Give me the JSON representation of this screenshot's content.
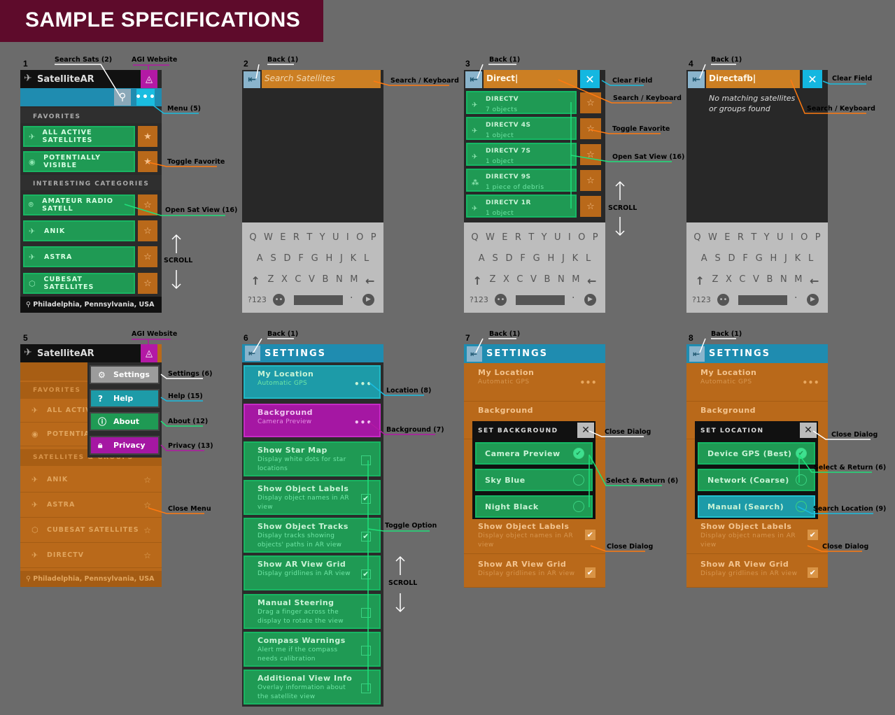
{
  "header": {
    "title": "SAMPLE SPECIFICATIONS"
  },
  "panels": [
    "1",
    "2",
    "3",
    "4",
    "5",
    "6",
    "7",
    "8"
  ],
  "app": {
    "name": "SatelliteAR",
    "search_icon": "magnifier-icon",
    "menu_dots": "•••",
    "location": "Philadelphia, Pennsylvania, USA",
    "favorites": "FAVORITES",
    "interesting": "INTERESTING CATEGORIES",
    "sats_groups": "SATELLITES & GROUPS",
    "fav_items": [
      "ALL ACTIVE SATELLITES",
      "POTENTIALLY VISIBLE"
    ],
    "cat_items": [
      "AMATEUR RADIO SATELL",
      "ANIK",
      "ASTRA",
      "CUBESAT SATELLITES"
    ],
    "menu_list": [
      "ALL ACTIVE",
      "POTENTIALL",
      "ANIK",
      "ASTRA",
      "CUBESAT SATELLITES",
      "DIRECTV"
    ]
  },
  "search": {
    "placeholder": "Search Satellites",
    "value_direct": "Direct|",
    "value_directfb": "Directafb|",
    "no_match": "No matching satellites",
    "no_match2": "or groups found"
  },
  "keyboard": {
    "row1": [
      "Q",
      "W",
      "E",
      "R",
      "T",
      "Y",
      "U",
      "I",
      "O",
      "P"
    ],
    "row2": [
      "A",
      "S",
      "D",
      "F",
      "G",
      "H",
      "J",
      "K",
      "L"
    ],
    "row3": [
      "↑",
      "Z",
      "X",
      "C",
      "V",
      "B",
      "N",
      "M",
      "←"
    ],
    "sym": "?123",
    "dot": "·"
  },
  "results": [
    {
      "name": "DIRECTV",
      "sub": "7 objects"
    },
    {
      "name": "DIRECTV 4S",
      "sub": "1 object"
    },
    {
      "name": "DIRECTV 7S",
      "sub": "1 object"
    },
    {
      "name": "DIRECTV 9S",
      "sub": "1 piece of debris"
    },
    {
      "name": "DIRECTV 1R",
      "sub": "1 object"
    }
  ],
  "popup": [
    {
      "label": "Settings",
      "icon": "gear-icon"
    },
    {
      "label": "Help",
      "icon": "question-icon"
    },
    {
      "label": "About",
      "icon": "info-icon"
    },
    {
      "label": "Privacy",
      "icon": "lock-icon"
    }
  ],
  "settings": {
    "title": "SETTINGS",
    "dots": "•••",
    "items": [
      {
        "t": "My Location",
        "s": "Automatic GPS"
      },
      {
        "t": "Background",
        "s": "Camera Preview"
      },
      {
        "t": "Show Star Map",
        "s": "Display white dots for star locations"
      },
      {
        "t": "Show Object Labels",
        "s": "Display object names in AR view"
      },
      {
        "t": "Show Object Tracks",
        "s": "Display tracks showing objects' paths in AR view"
      },
      {
        "t": "Show AR View Grid",
        "s": "Display gridlines in AR view"
      },
      {
        "t": "Manual Steering",
        "s": "Drag a finger across the display to rotate the view"
      },
      {
        "t": "Compass Warnings",
        "s": "Alert me if the compass needs calibration"
      },
      {
        "t": "Additional View Info",
        "s": "Overlay information about the satellite view"
      }
    ]
  },
  "dialog_bg": {
    "title": "SET BACKGROUND",
    "opts": [
      "Camera Preview",
      "Sky Blue",
      "Night Black"
    ]
  },
  "dialog_loc": {
    "title": "SET LOCATION",
    "opts": [
      "Device GPS (Best)",
      "Network (Coarse)",
      "Manual (Search)"
    ]
  },
  "ann": {
    "search_sats": "Search Sats (2)",
    "agi": "AGI Website",
    "menu": "Menu (5)",
    "toggle_fav": "Toggle Favorite",
    "open_sat": "Open Sat View (16)",
    "scroll": "SCROLL",
    "back": "Back (1)",
    "search_kb": "Search / Keyboard",
    "clear": "Clear Field",
    "settings": "Settings (6)",
    "help": "Help (15)",
    "about": "About (12)",
    "privacy": "Privacy (13)",
    "close_menu": "Close Menu",
    "location": "Location (8)",
    "background": "Background (7)",
    "toggle_opt": "Toggle Option",
    "close_dialog": "Close Dialog",
    "select_return": "Select & Return (6)",
    "search_loc": "Search Location (9)"
  }
}
